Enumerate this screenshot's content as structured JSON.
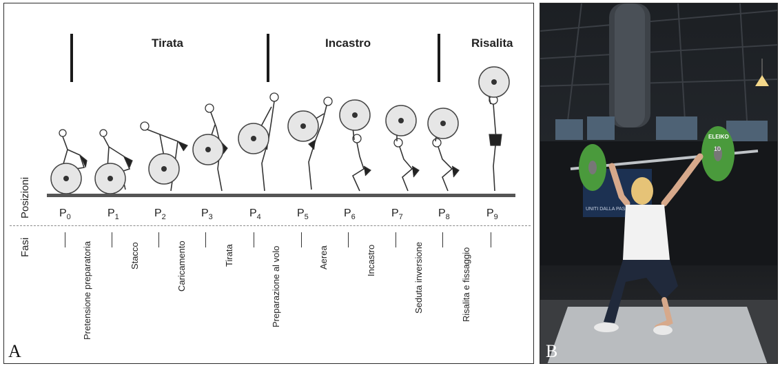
{
  "panel_a": {
    "letter": "A",
    "phases": [
      {
        "label": "Tirata"
      },
      {
        "label": "Incastro"
      },
      {
        "label": "Risalita"
      }
    ],
    "positions_label": "Posizioni",
    "positions": [
      {
        "base": "P",
        "sub": "0"
      },
      {
        "base": "P",
        "sub": "1"
      },
      {
        "base": "P",
        "sub": "2"
      },
      {
        "base": "P",
        "sub": "3"
      },
      {
        "base": "P",
        "sub": "4"
      },
      {
        "base": "P",
        "sub": "5"
      },
      {
        "base": "P",
        "sub": "6"
      },
      {
        "base": "P",
        "sub": "7"
      },
      {
        "base": "P",
        "sub": "8"
      },
      {
        "base": "P",
        "sub": "9"
      }
    ],
    "fasi_label": "Fasi",
    "fasi": [
      "Pretensione preparatoria",
      "Stacco",
      "Caricamento",
      "Tirata",
      "Preparazione al volo",
      "Aerea",
      "Incastro",
      "Seduta inversione",
      "Risalita e fissaggio"
    ]
  },
  "panel_b": {
    "letter": "B",
    "plate_text": "ELEIKO",
    "plate_number": "10",
    "plate_color": "#4a9a3c",
    "backdrop_text": "UNITI DALLA PASSIONE"
  }
}
